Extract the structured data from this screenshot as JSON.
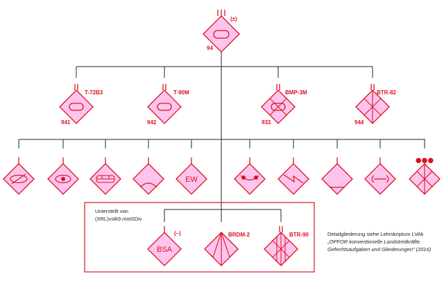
{
  "colors": {
    "fill": "#fdc5ee",
    "stroke": "#e0101f",
    "line": "#222222"
  },
  "root": {
    "echelon": "III",
    "modifier": "(±)",
    "number": "94",
    "icon": "armoured-infantry-oval-icon"
  },
  "battalions": [
    {
      "designation": "T-72B3",
      "number": "941",
      "icon": "tank-oval-icon"
    },
    {
      "designation": "T-90M",
      "number": "942",
      "icon": "tank-oval-icon"
    },
    {
      "designation": "BMP-3M",
      "number": "933",
      "icon": "ifv-oval-cross-icon"
    },
    {
      "designation": "BTR-82",
      "number": "944",
      "icon": "apc-cross-icon"
    }
  ],
  "companies": [
    {
      "icon": "engineer-oval-slash-icon"
    },
    {
      "icon": "hq-oval-dot-icon"
    },
    {
      "icon": "transport-rect-icon"
    },
    {
      "icon": "arc-icon"
    },
    {
      "text": "EW",
      "icon": "electronic-warfare-icon"
    },
    {
      "icon": "chemical-icon"
    },
    {
      "icon": "signal-zigzag-icon"
    },
    {
      "icon": "logistics-bar-icon"
    },
    {
      "icon": "maintenance-wrench-icon"
    },
    {
      "echelon": "●●●",
      "icon": "artillery-cross-icon"
    }
  ],
  "subordinated_box": {
    "line1": "Unterstellt von",
    "line2": "(XRL)vstk9.motSDiv",
    "units": [
      {
        "text": "BSA",
        "modifier": "(–)",
        "icon": "bsa-icon"
      },
      {
        "designation": "BRDM-2",
        "icon": "recon-fan-icon"
      },
      {
        "designation": "BTR-90",
        "icon": "apc-cross-stripes-icon"
      }
    ]
  },
  "note": {
    "line1": "Detailgliederung siehe Lehrskriptum LVAk",
    "line2": "„OPFOR konventionelle Landstreitkräfte,",
    "line3": "Gefechtsaufgaben und Gliederungen“ (2016)"
  }
}
